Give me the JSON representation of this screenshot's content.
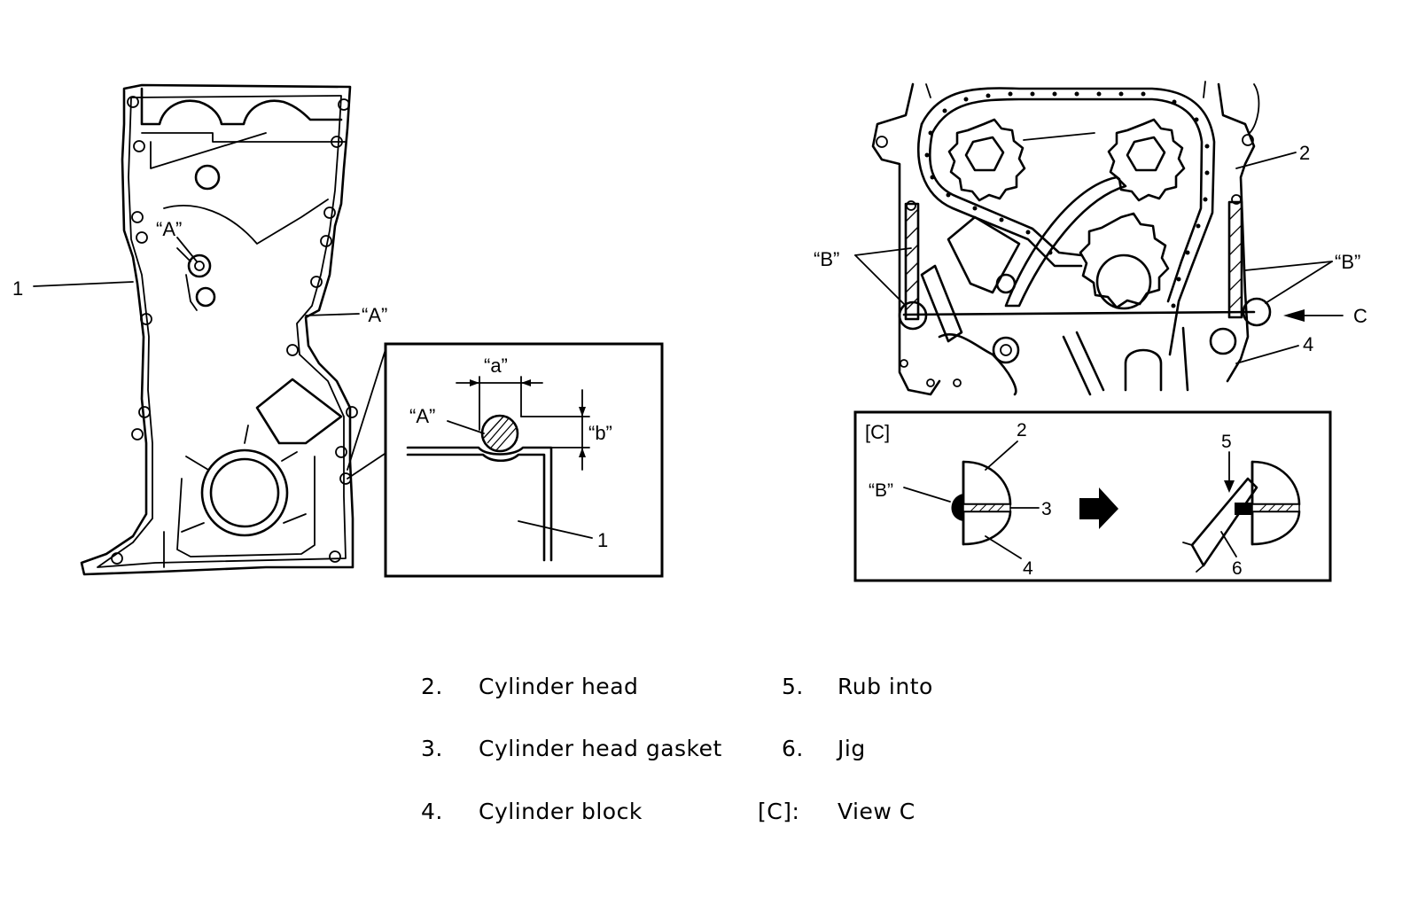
{
  "diagram": {
    "left": {
      "callouts": {
        "part1": "1",
        "seal_a_upper": "“A”",
        "seal_a_side": "“A”"
      },
      "detail": {
        "dim_a": "“a”",
        "dim_b": "“b”",
        "seal_a": "“A”",
        "part1": "1"
      }
    },
    "right": {
      "callouts": {
        "part2": "2",
        "part4": "4",
        "point_b_left": "“B”",
        "point_b_right": "“B”",
        "view_arrow": "C"
      },
      "detail": {
        "view_label": "[C]",
        "part2": "2",
        "part3": "3",
        "part4": "4",
        "part5": "5",
        "part6": "6",
        "point_b": "“B”"
      }
    }
  },
  "legend": [
    {
      "num": "2.",
      "text": "Cylinder head"
    },
    {
      "num": "3.",
      "text": "Cylinder head gasket"
    },
    {
      "num": "4.",
      "text": "Cylinder block"
    },
    {
      "num": "5.",
      "text": "Rub into"
    },
    {
      "num": "6.",
      "text": "Jig"
    },
    {
      "num": "[C]:",
      "text": "View C"
    }
  ]
}
